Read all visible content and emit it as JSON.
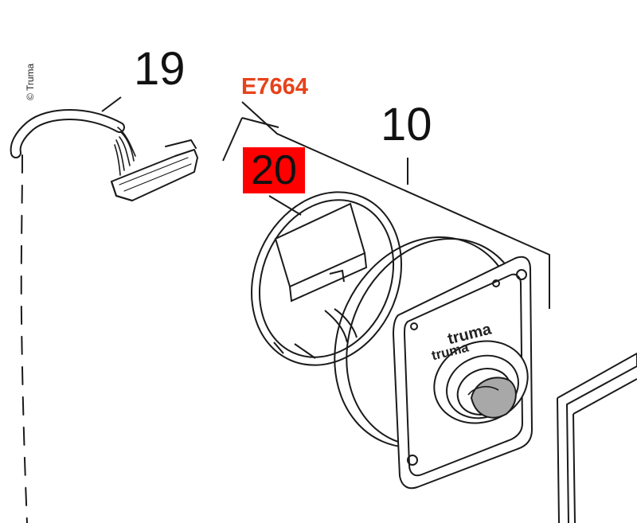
{
  "copyright": "© Truma",
  "labels": {
    "part_19": "19",
    "part_10": "10",
    "part_number": "E7664",
    "part_20": "20"
  },
  "brand": "truma",
  "colors": {
    "part_number_text": "#e8421a",
    "highlight_box": "#ff0000",
    "line": "#1a1a1a",
    "knob_cap": "#a8a8a8"
  }
}
